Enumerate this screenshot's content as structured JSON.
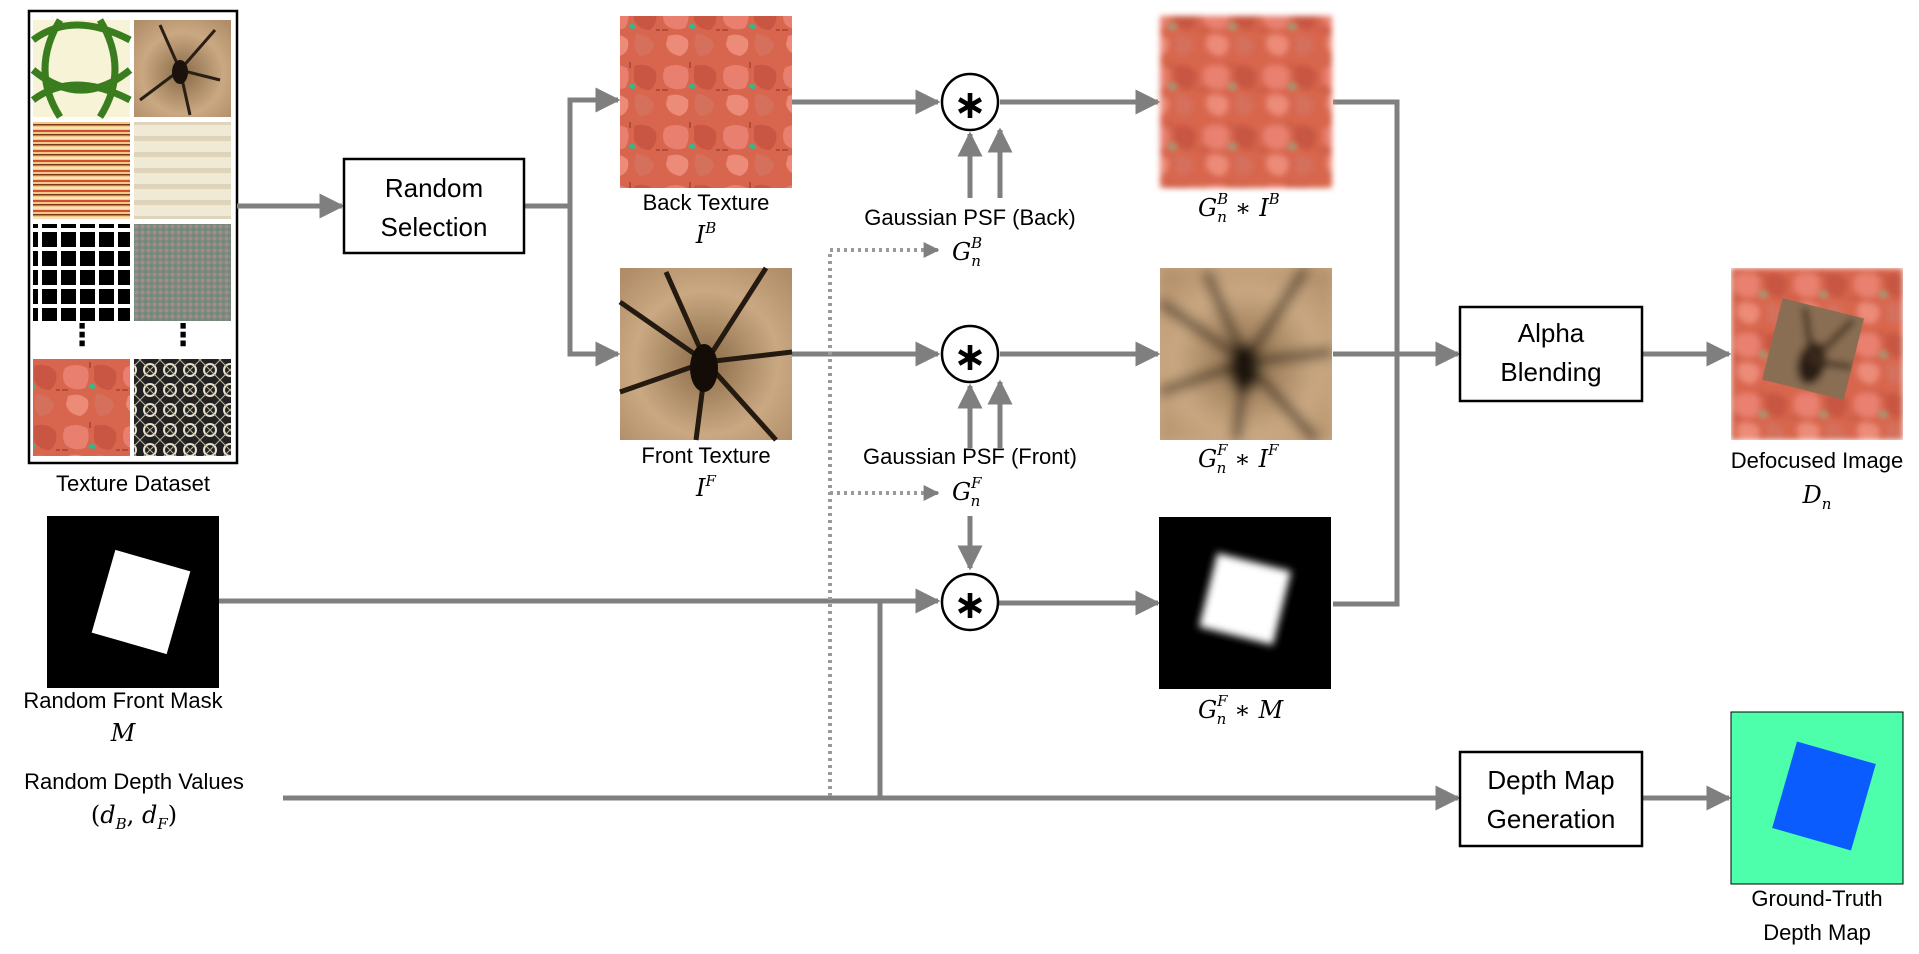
{
  "dataset": {
    "label": "Texture Dataset",
    "ellipsis": "⋮"
  },
  "random_selection": {
    "line1": "Random",
    "line2": "Selection"
  },
  "back_texture": {
    "label": "Back Texture",
    "sym": "I",
    "sup": "B"
  },
  "front_texture": {
    "label": "Front Texture",
    "sym": "I",
    "sup": "F"
  },
  "psf_back": {
    "label": "Gaussian PSF (Back)",
    "sym": "G",
    "sub": "n",
    "sup": "B"
  },
  "psf_front": {
    "label": "Gaussian PSF (Front)",
    "sym": "G",
    "sub": "n",
    "sup": "F"
  },
  "conv_symbol": "∗",
  "out_back": {
    "g": "G",
    "gsub": "n",
    "gsup": "B",
    "op": "∗",
    "i": "I",
    "isup": "B"
  },
  "out_front": {
    "g": "G",
    "gsub": "n",
    "gsup": "F",
    "op": "∗",
    "i": "I",
    "isup": "F"
  },
  "out_mask": {
    "g": "G",
    "gsub": "n",
    "gsup": "F",
    "op": "∗",
    "m": "M"
  },
  "front_mask": {
    "label": "Random Front Mask",
    "sym": "M"
  },
  "depth_values": {
    "label": "Random Depth Values",
    "open": "(",
    "d1": "d",
    "d1sub": "B",
    "comma": ", ",
    "d2": "d",
    "d2sub": "F",
    "close": ")"
  },
  "alpha_blending": {
    "line1": "Alpha",
    "line2": "Blending"
  },
  "depth_map_gen": {
    "line1": "Depth Map",
    "line2": "Generation"
  },
  "defocused": {
    "label": "Defocused Image",
    "sym": "D",
    "sub": "n"
  },
  "gt_depth": {
    "line1": "Ground-Truth",
    "line2": "Depth Map"
  },
  "colors": {
    "arrow": "#7f7f7f",
    "gt_bg": "#4dffaa",
    "gt_fg": "#0a5cff"
  }
}
